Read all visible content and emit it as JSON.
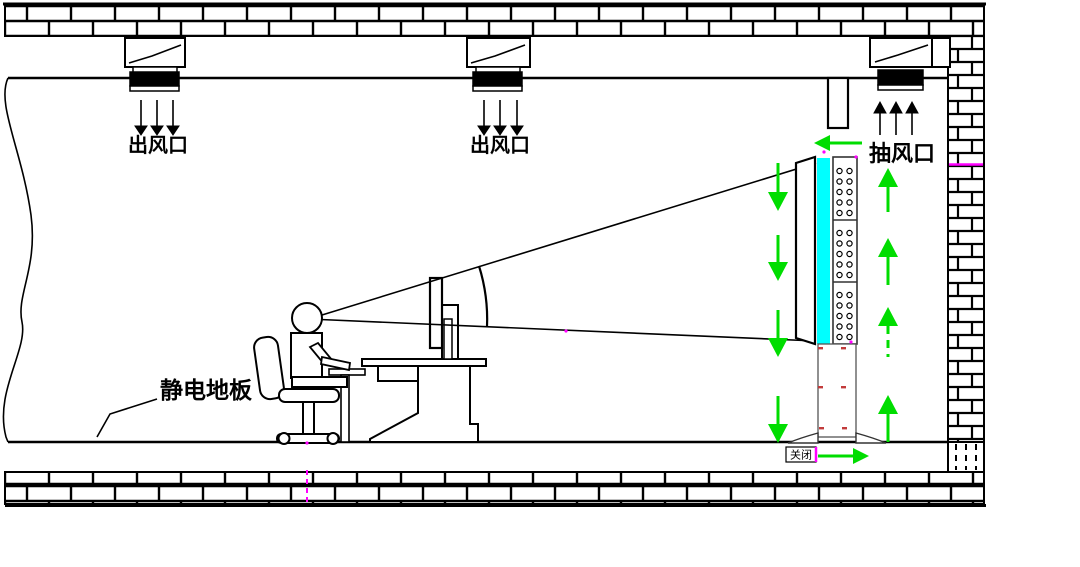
{
  "diagram": {
    "labels": {
      "supply_vent_left": "出风口",
      "supply_vent_center": "出风口",
      "exhaust_vent": "抽风口",
      "antistatic_floor": "静电地板",
      "closed": "关闭"
    },
    "colors": {
      "airflow_green": "#00dd00",
      "screen_cyan": "#00ffff",
      "reference_magenta": "#ff00ff",
      "marker_red": "#c23b3b"
    }
  }
}
